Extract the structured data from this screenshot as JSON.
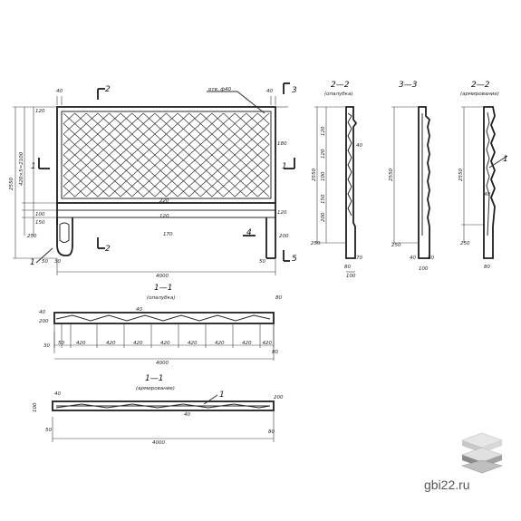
{
  "labels": {
    "sec_2_2_mark": "2",
    "sec_3_3_mark": "3",
    "sec_1_1_mark": "1",
    "sec_4_mark": "4",
    "sec_5_mark": "5",
    "pos_1": "1",
    "opening": "отв. ф40",
    "view_2_2_a_title": "2—2",
    "view_2_2_a_sub": "(опалубка)",
    "view_3_3_title": "3—3",
    "view_2_2_b_title": "2—2",
    "view_2_2_b_sub": "(армирование)",
    "view_1_1_a_title": "1—1",
    "view_1_1_a_sub": "(опалубка)",
    "view_1_1_b_title": "1—1",
    "view_1_1_b_sub": "(армирование)"
  },
  "dims": {
    "main_width": "4000",
    "main_height": "2550",
    "panel_height": "420×5=2100",
    "top_left": "40",
    "top_right": "40",
    "right_180": "180",
    "right_200": "200",
    "right_120": "120",
    "bottom_30": "30",
    "bottom_50": "50",
    "bottom_170": "170",
    "bottom_50b": "50",
    "left_120": "120",
    "left_100": "100",
    "left_150": "150",
    "left_250": "250",
    "mid_220": "220",
    "mid_120": "120",
    "s22_total": "2550",
    "s22_a": "250",
    "s22_b": "80",
    "s22_c": "120",
    "s22_d": "40",
    "s22_e": "120",
    "s22_f": "100",
    "s22_g": "150",
    "s22_h": "200",
    "s22_i": "70",
    "s22_j": "100",
    "s33_total": "2550",
    "s33_a": "250",
    "s33_b": "40",
    "s33_c": "80",
    "s33_d": "100",
    "s22b_total": "2550",
    "s22b_a": "250",
    "s22b_b": "40",
    "s22b_c": "80",
    "s11a_seg": "420",
    "s11a_first": "50",
    "s11a_second": "420",
    "s11a_total": "4000",
    "s11a_end": "80",
    "s11a_h1": "40",
    "s11a_h2": "200",
    "s11a_h3": "30",
    "s11a_h4": "80",
    "s11b_total": "4000",
    "s11b_h1": "40",
    "s11b_h2": "50",
    "s11b_h3": "100",
    "s11b_end": "80",
    "s11b_end2": "200"
  },
  "watermark": "gbi22.ru",
  "colors": {
    "line": "#2a2a2a",
    "text": "#222222",
    "watermark": "#555555",
    "logo_light": "#e0e0e0",
    "logo_dark": "#8a8a8a"
  }
}
